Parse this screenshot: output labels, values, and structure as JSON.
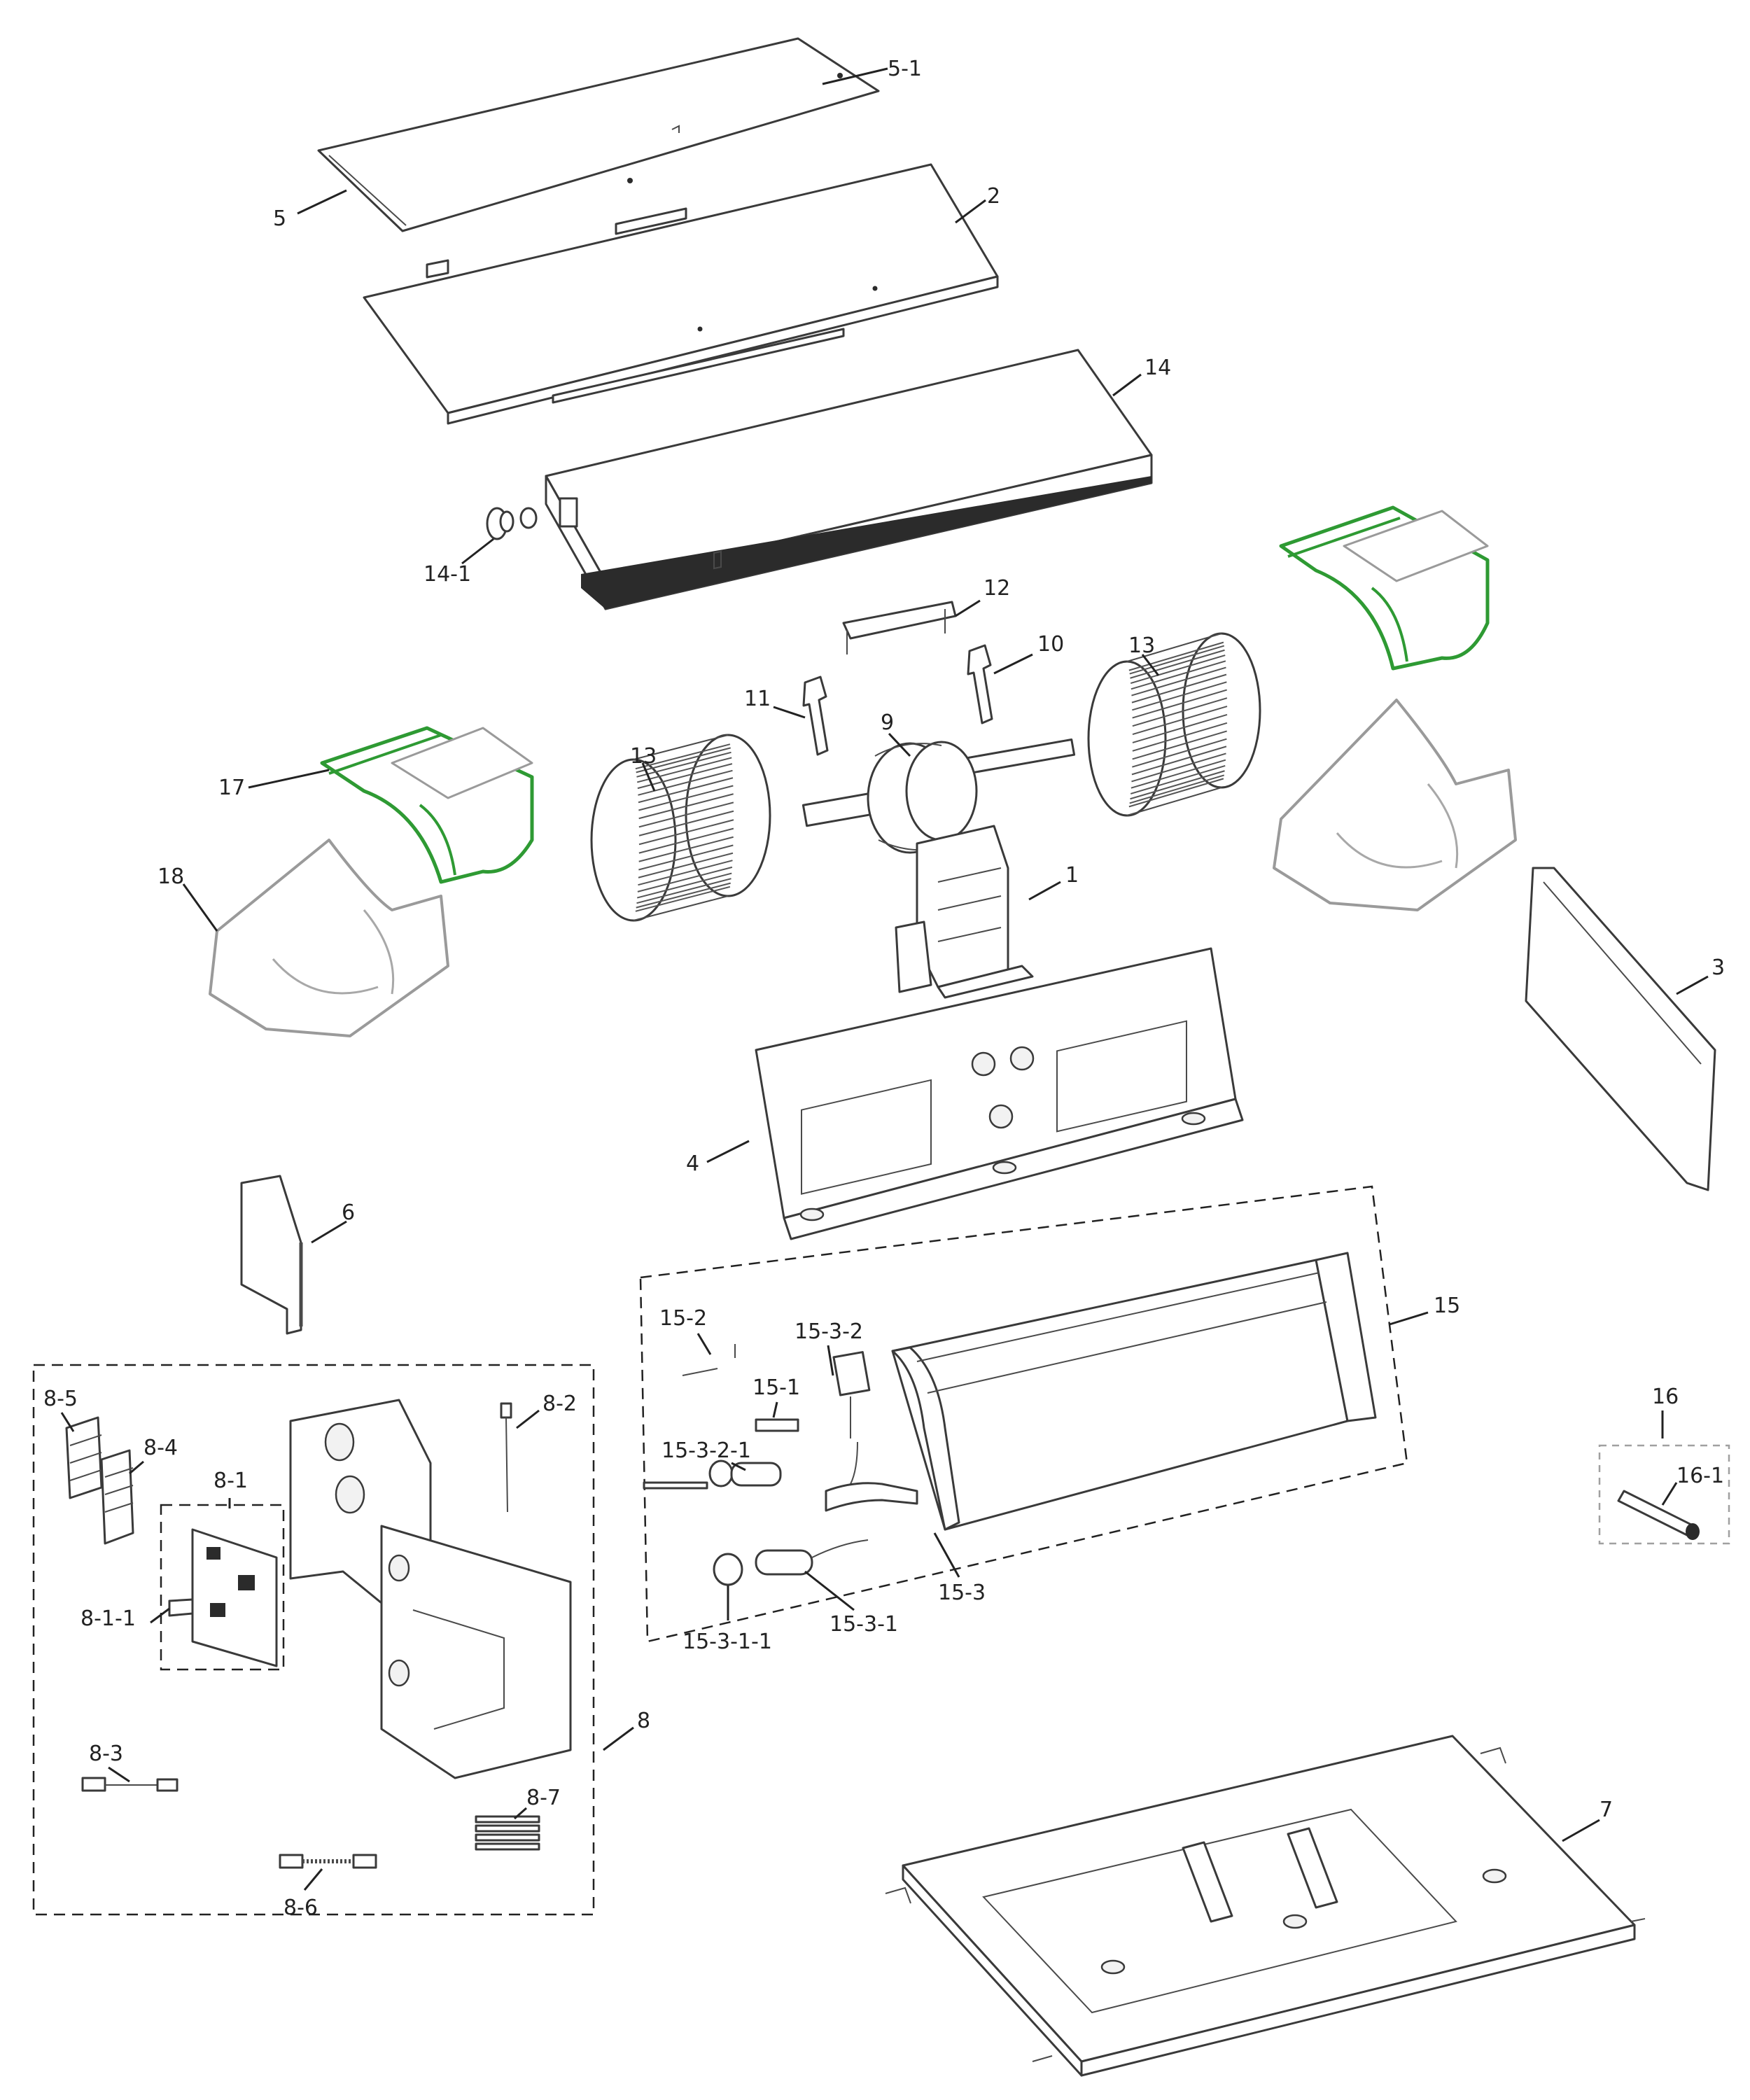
{
  "labels": {
    "l_5_1": "5-1",
    "l_5": "5",
    "l_2": "2",
    "l_14": "14",
    "l_14_1": "14-1",
    "l_12": "12",
    "l_10": "10",
    "l_11": "11",
    "l_13a": "13",
    "l_13b": "13",
    "l_9": "9",
    "l_17": "17",
    "l_18": "18",
    "l_1": "1",
    "l_3": "3",
    "l_4": "4",
    "l_6": "6",
    "l_15": "15",
    "l_15_2": "15-2",
    "l_15_3_2": "15-3-2",
    "l_15_1": "15-1",
    "l_15_3_2_1": "15-3-2-1",
    "l_15_3": "15-3",
    "l_15_3_1": "15-3-1",
    "l_15_3_1_1": "15-3-1-1",
    "l_16": "16",
    "l_16_1": "16-1",
    "l_8_5": "8-5",
    "l_8_4": "8-4",
    "l_8_1": "8-1",
    "l_8_2": "8-2",
    "l_8_1_1": "8-1-1",
    "l_8": "8",
    "l_8_3": "8-3",
    "l_8_7": "8-7",
    "l_8_6": "8-6",
    "l_7": "7"
  },
  "colors": {
    "line": "#3a3a3a",
    "highlight_green": "#2e9a33",
    "ghost_grey": "#9a9a9a",
    "background": "#ffffff"
  }
}
